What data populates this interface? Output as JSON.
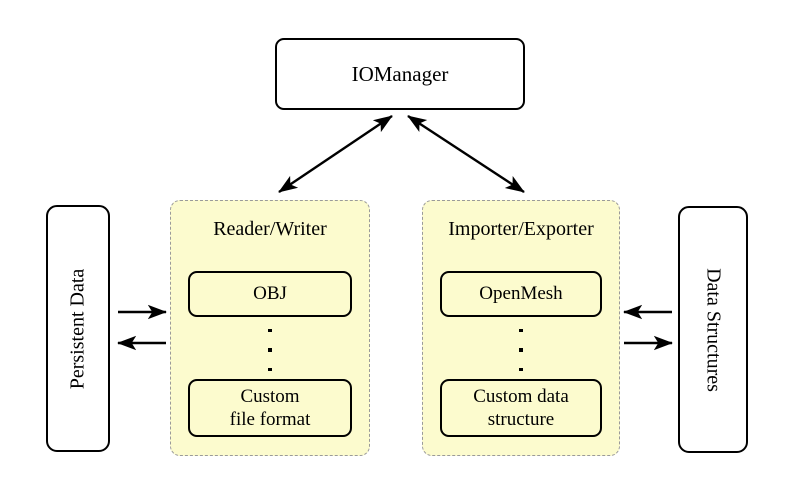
{
  "diagram": {
    "title": "IOManager architecture diagram",
    "background_color": "#ffffff",
    "panel_fill_color": "#fcfbce",
    "panel_border_color": "#9a9a9a",
    "node_border_color": "#000000"
  },
  "manager": {
    "label": "IOManager"
  },
  "left_store": {
    "label": "Persistent Data"
  },
  "right_store": {
    "label": "Data Structures"
  },
  "panels": [
    {
      "id": "reader-writer",
      "title": "Reader/Writer",
      "top_item": "OBJ",
      "ellipsis": "⋮",
      "bottom_item_line1": "Custom",
      "bottom_item_line2": "file format"
    },
    {
      "id": "importer-exporter",
      "title": "Importer/Exporter",
      "top_item": "OpenMesh",
      "ellipsis": "⋮",
      "bottom_item_line1": "Custom data",
      "bottom_item_line2": "structure"
    }
  ],
  "connections": [
    {
      "id": "manager-to-reader-writer",
      "style": "double-headed",
      "from": "IOManager",
      "to": "Reader/Writer"
    },
    {
      "id": "manager-to-importer-exporter",
      "style": "double-headed",
      "from": "IOManager",
      "to": "Importer/Exporter"
    },
    {
      "id": "persistent-data-to-reader-writer",
      "style": "single-headed",
      "direction": "right",
      "from": "Persistent Data",
      "to": "Reader/Writer"
    },
    {
      "id": "reader-writer-to-persistent-data",
      "style": "single-headed",
      "direction": "left",
      "from": "Reader/Writer",
      "to": "Persistent Data"
    },
    {
      "id": "data-structures-to-importer-exporter",
      "style": "single-headed",
      "direction": "left",
      "from": "Data Structures",
      "to": "Importer/Exporter"
    },
    {
      "id": "importer-exporter-to-data-structures",
      "style": "single-headed",
      "direction": "right",
      "from": "Importer/Exporter",
      "to": "Data Structures"
    }
  ]
}
